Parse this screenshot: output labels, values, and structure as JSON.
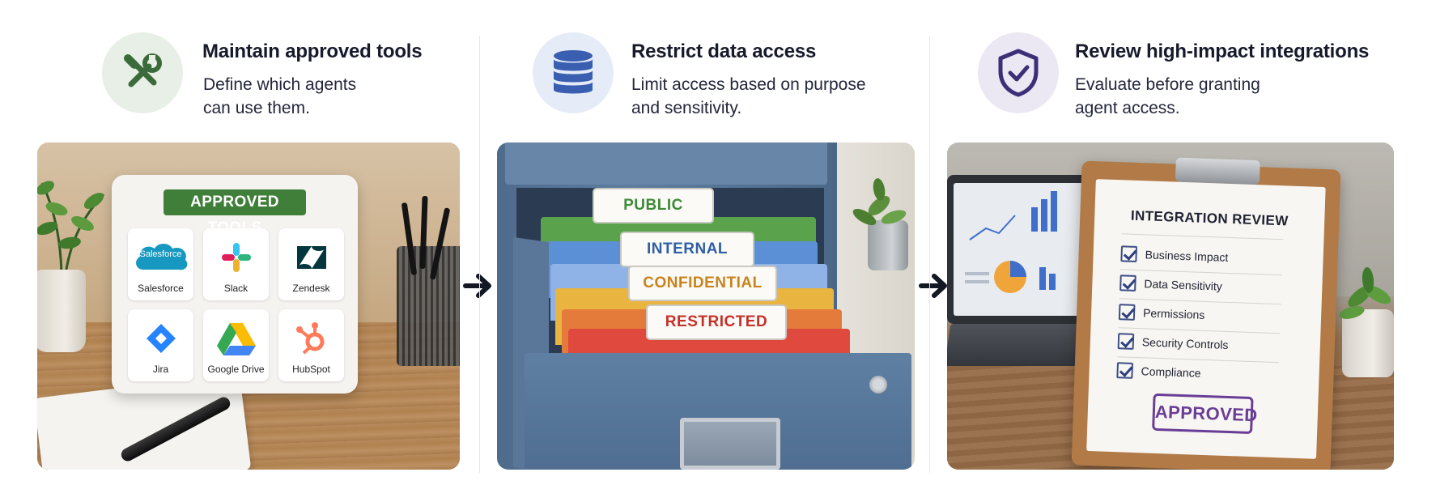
{
  "steps": [
    {
      "title": "Maintain approved tools",
      "desc_line1": "Define which agents",
      "desc_line2": "can use them.",
      "icon": "tools-icon",
      "accent": "#3b6b3a",
      "circle": "#e8efe6"
    },
    {
      "title": "Restrict data access",
      "desc_line1": "Limit access based on purpose",
      "desc_line2": "and sensitivity.",
      "icon": "database-icon",
      "accent": "#3a5fb0",
      "circle": "#e5ecf8"
    },
    {
      "title": "Review high-impact integrations",
      "desc_line1": "Evaluate before granting",
      "desc_line2": "agent access.",
      "icon": "shield-check-icon",
      "accent": "#3b2f78",
      "circle": "#ebe8f3"
    }
  ],
  "approved_tools": {
    "title": "APPROVED TOOLS",
    "tools": [
      {
        "name": "Salesforce",
        "logo_text": "Salesforce",
        "color": "#1798c1"
      },
      {
        "name": "Slack",
        "color": "#4a154b"
      },
      {
        "name": "Zendesk",
        "color": "#03363d"
      },
      {
        "name": "Jira",
        "color": "#2684ff"
      },
      {
        "name": "Google Drive",
        "color": "#34a853"
      },
      {
        "name": "HubSpot",
        "color": "#ff7a59"
      }
    ]
  },
  "file_labels": [
    {
      "text": "PUBLIC",
      "color": "#3d8a3a"
    },
    {
      "text": "INTERNAL",
      "color": "#2f5fa5"
    },
    {
      "text": "CONFIDENTIAL",
      "color": "#c9831c"
    },
    {
      "text": "RESTRICTED",
      "color": "#c5312a"
    }
  ],
  "review": {
    "title": "INTEGRATION REVIEW",
    "items": [
      "Business Impact",
      "Data Sensitivity",
      "Permissions",
      "Security Controls",
      "Compliance"
    ],
    "stamp": "APPROVED"
  }
}
